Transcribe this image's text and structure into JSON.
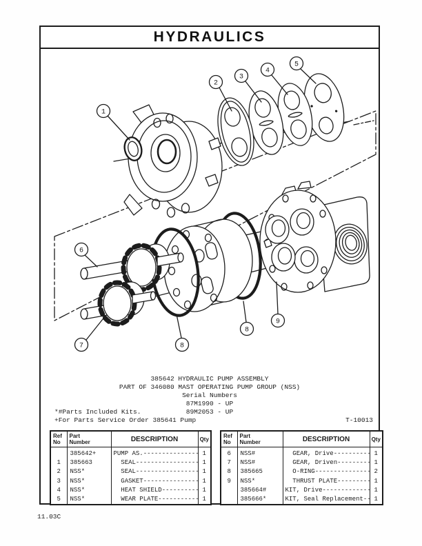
{
  "colors": {
    "ink": "#1c1c1c",
    "paper": "#ffffff"
  },
  "header": {
    "title": "HYDRAULICS"
  },
  "diagram": {
    "callouts": [
      "1",
      "2",
      "3",
      "4",
      "5",
      "6",
      "7",
      "8",
      "8",
      "9"
    ]
  },
  "caption": {
    "assembly": "385642 HYDRAULIC PUMP ASSEMBLY",
    "part_of": "PART OF 346080 MAST OPERATING PUMP GROUP (NSS)",
    "serial_heading": "Serial Numbers",
    "serial_1": "87M1990 - UP",
    "serial_2": "89M2053 - UP",
    "note_kits": "*#Parts Included Kits.",
    "note_service": "+For Parts Service Order 385641 Pump",
    "figure_ref": "T-10013"
  },
  "table_headers": {
    "ref1": "Ref",
    "ref2": "No",
    "part1": "Part",
    "part2": "Number",
    "description": "DESCRIPTION",
    "qty": "Qty"
  },
  "parts_left": {
    "rows": [
      {
        "ref": "",
        "part": "385642+",
        "desc": "PUMP AS.---------------",
        "qty": "1"
      },
      {
        "ref": "1",
        "part": "385663",
        "desc": "  SEAL-----------------",
        "qty": "1"
      },
      {
        "ref": "2",
        "part": "NSS*",
        "desc": "  SEAL-----------------",
        "qty": "1"
      },
      {
        "ref": "3",
        "part": "NSS*",
        "desc": "  GASKET---------------",
        "qty": "1"
      },
      {
        "ref": "4",
        "part": "NSS*",
        "desc": "  HEAT SHIELD----------",
        "qty": "1"
      },
      {
        "ref": "5",
        "part": "NSS*",
        "desc": "  WEAR PLATE-----------",
        "qty": "1"
      }
    ]
  },
  "parts_right": {
    "rows": [
      {
        "ref": "6",
        "part": "NSS#",
        "desc": "  GEAR, Drive----------",
        "qty": "1"
      },
      {
        "ref": "7",
        "part": "NSS#",
        "desc": "  GEAR, Driven---------",
        "qty": "1"
      },
      {
        "ref": "8",
        "part": "385665",
        "desc": "  O-RING---------------",
        "qty": "2"
      },
      {
        "ref": "9",
        "part": "NSS*",
        "desc": "  THRUST PLATE---------",
        "qty": "1"
      },
      {
        "ref": "",
        "part": "385664#",
        "desc": "KIT, Drive-------------",
        "qty": "1"
      },
      {
        "ref": "",
        "part": "385666*",
        "desc": "KIT, Seal Replacement--",
        "qty": "1"
      }
    ]
  },
  "footer": {
    "page_code": "11.03C"
  }
}
